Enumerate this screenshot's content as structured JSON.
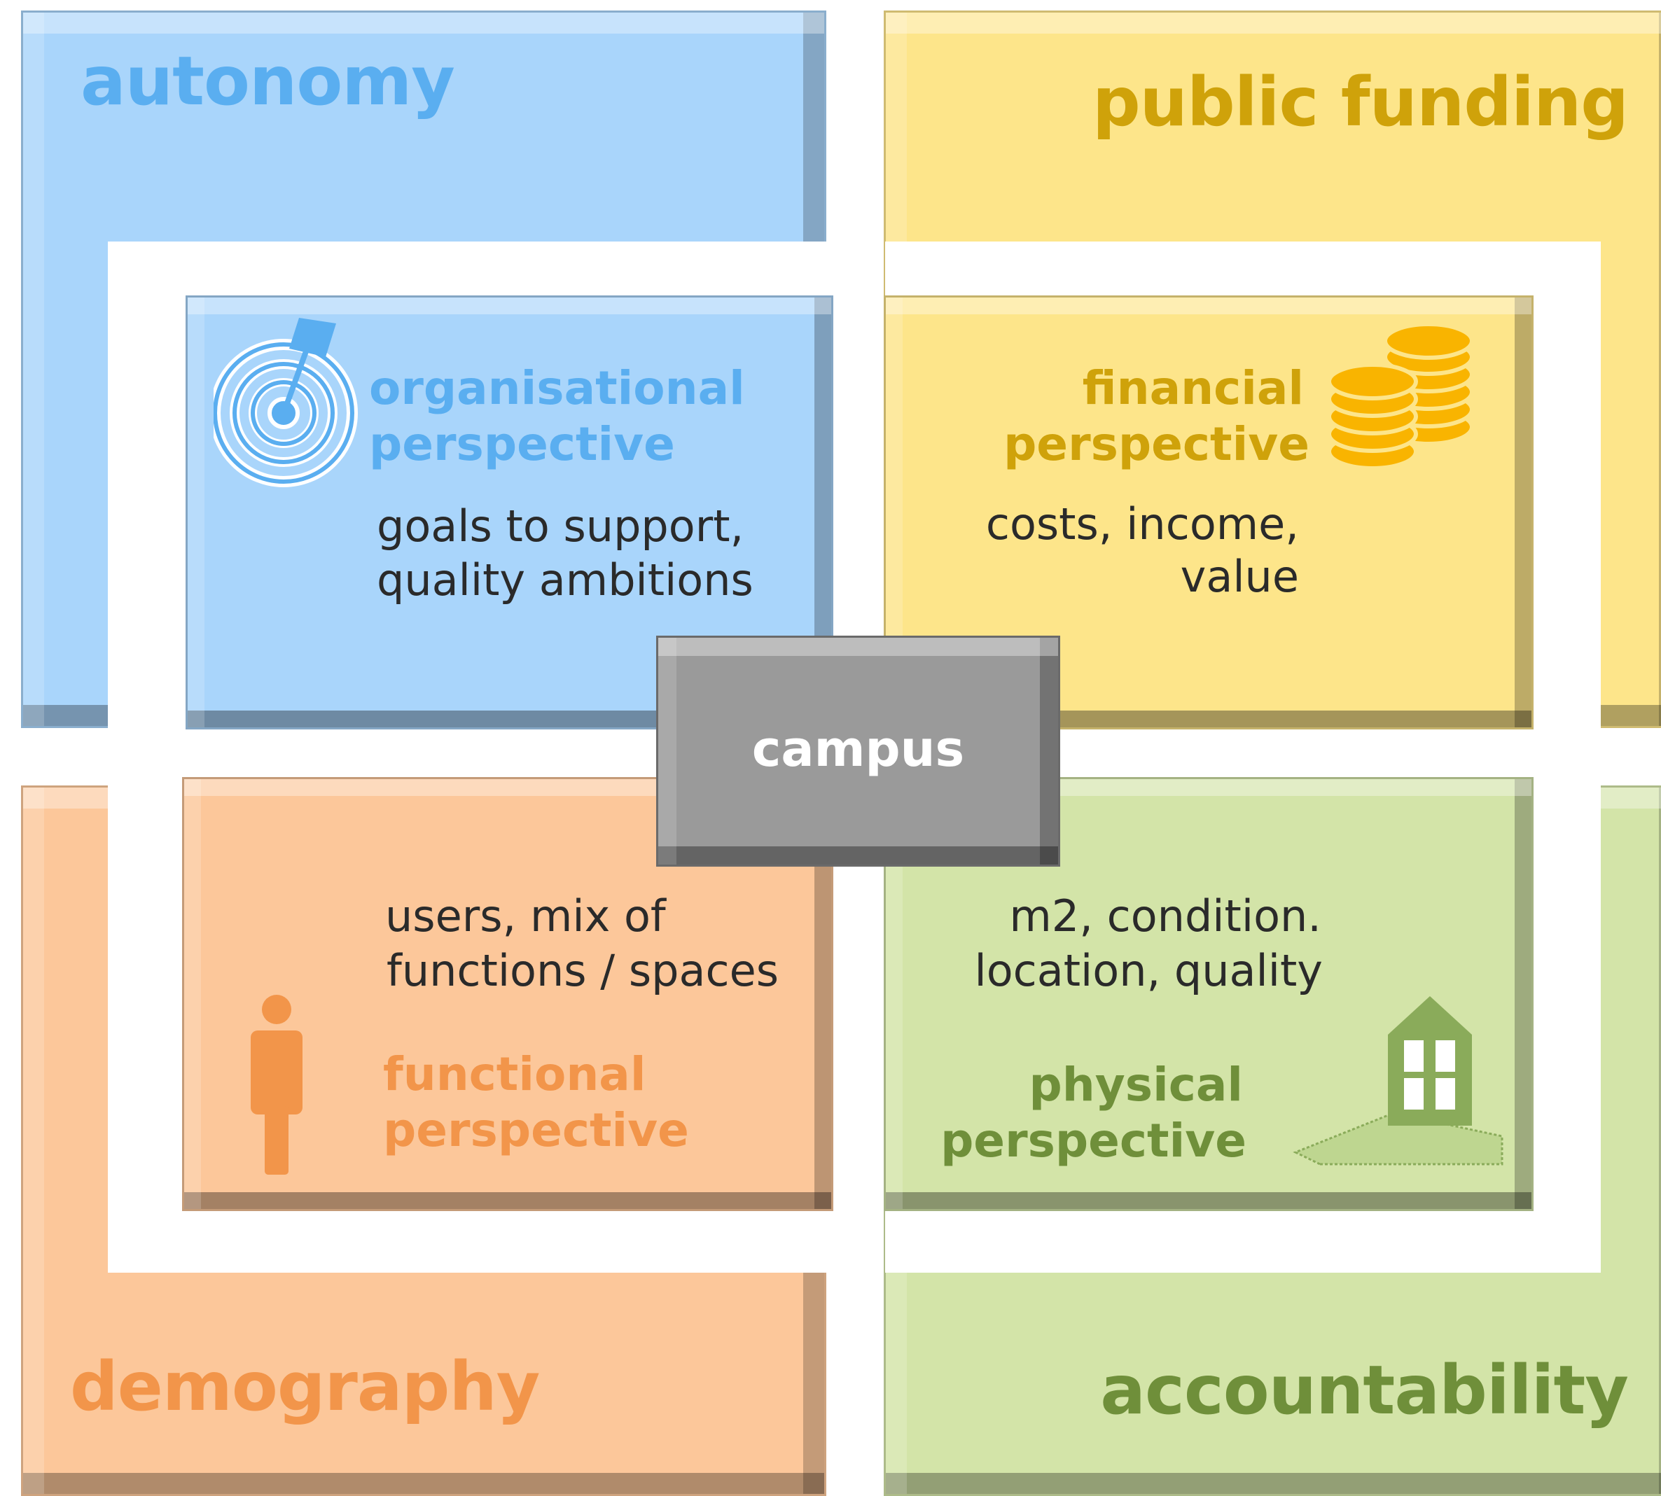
{
  "outer": {
    "autonomy": "autonomy",
    "public_funding": "public funding",
    "demography": "demography",
    "accountability": "accountability"
  },
  "inner": {
    "organisational": {
      "title_line1": "organisational",
      "title_line2": "perspective",
      "desc_line1": "goals to support,",
      "desc_line2": "quality  ambitions",
      "icon": "target-pin-icon"
    },
    "financial": {
      "title_line1": "financial",
      "title_line2": "perspective",
      "desc_line1": "costs, income,",
      "desc_line2": "value",
      "icon": "coins-icon"
    },
    "functional": {
      "title_line1": "functional",
      "title_line2": "perspective",
      "desc_line1": "users, mix of",
      "desc_line2": "functions / spaces",
      "icon": "person-icon"
    },
    "physical": {
      "title_line1": "physical",
      "title_line2": "perspective",
      "desc_line1": "m2, condition.",
      "desc_line2": "location,  quality",
      "icon": "building-icon"
    }
  },
  "center": {
    "label": "campus"
  },
  "colors": {
    "blue": "#a9d5fb",
    "blue_text": "#5aaef0",
    "yellow": "#fde58a",
    "yellow_text": "#cfa20a",
    "orange": "#fcc79a",
    "orange_text": "#f2954a",
    "green": "#d3e4a8",
    "green_text": "#6f8f3a",
    "gray": "#9a9a9a"
  }
}
